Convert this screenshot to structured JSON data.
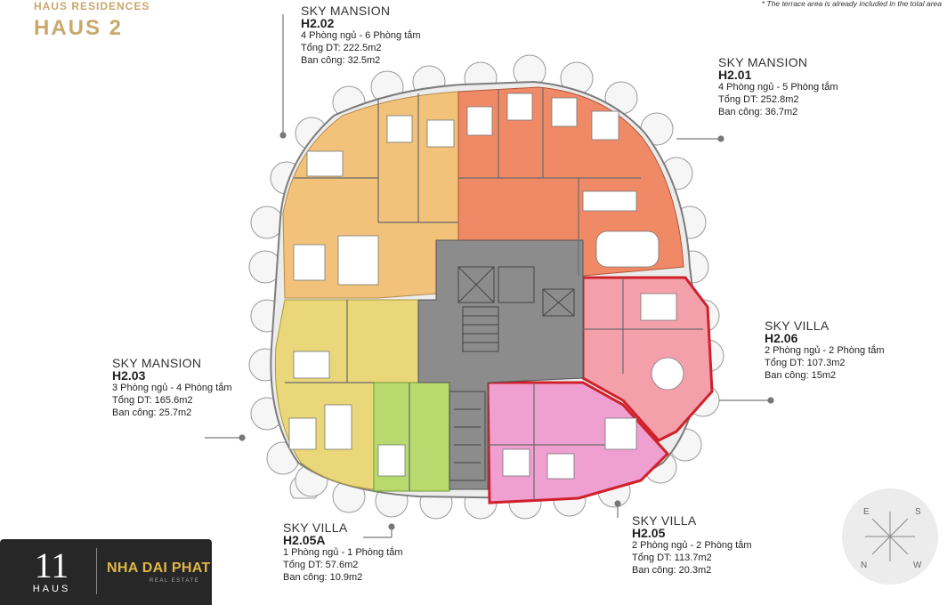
{
  "header": {
    "brand": "HAUS RESIDENCES",
    "title": "HAUS 2",
    "note": "* The terrace area is already included in the total area"
  },
  "units": [
    {
      "id": "h202",
      "type": "SKY MANSION",
      "code": "H2.02",
      "rooms": "4 Phòng ngủ - 6 Phòng tắm",
      "total": "Tổng DT: 222.5m2",
      "balcony": "Ban công: 32.5m2",
      "color": "#f2c27a"
    },
    {
      "id": "h201",
      "type": "SKY MANSION",
      "code": "H2.01",
      "rooms": "4 Phòng ngủ - 5 Phòng tắm",
      "total": "Tổng DT: 252.8m2",
      "balcony": "Ban công: 36.7m2",
      "color": "#f08a66"
    },
    {
      "id": "h206",
      "type": "SKY VILLA",
      "code": "H2.06",
      "rooms": "2 Phòng ngủ - 2 Phòng tắm",
      "total": "Tổng DT: 107.3m2",
      "balcony": "Ban công: 15m2",
      "color": "#f4a0ab"
    },
    {
      "id": "h203",
      "type": "SKY MANSION",
      "code": "H2.03",
      "rooms": "3 Phòng ngủ - 4 Phòng tắm",
      "total": "Tổng DT: 165.6m2",
      "balcony": "Ban công: 25.7m2",
      "color": "#e9d77a"
    },
    {
      "id": "h205a",
      "type": "SKY VILLA",
      "code": "H2.05A",
      "rooms": "1 Phòng ngủ - 1 Phòng tắm",
      "total": "Tổng DT: 57.6m2",
      "balcony": "Ban công: 10.9m2",
      "color": "#b7d96e"
    },
    {
      "id": "h205",
      "type": "SKY VILLA",
      "code": "H2.05",
      "rooms": "2 Phòng ngủ - 2 Phòng tắm",
      "total": "Tổng DT: 113.7m2",
      "balcony": "Ban công: 20.3m2",
      "color": "#ef9fd0"
    }
  ],
  "colors": {
    "core": "#8c8c8c",
    "highlight": "#d0202a",
    "leader": "#777777",
    "brand_gold": "#c9a86b"
  },
  "compass": {
    "n": "N",
    "e": "E",
    "s": "S",
    "w": "W"
  },
  "logo": {
    "mark": "11",
    "mark_text": "HAUS",
    "company": "NHA DAI PHAT",
    "company_sub": "REAL ESTATE"
  }
}
